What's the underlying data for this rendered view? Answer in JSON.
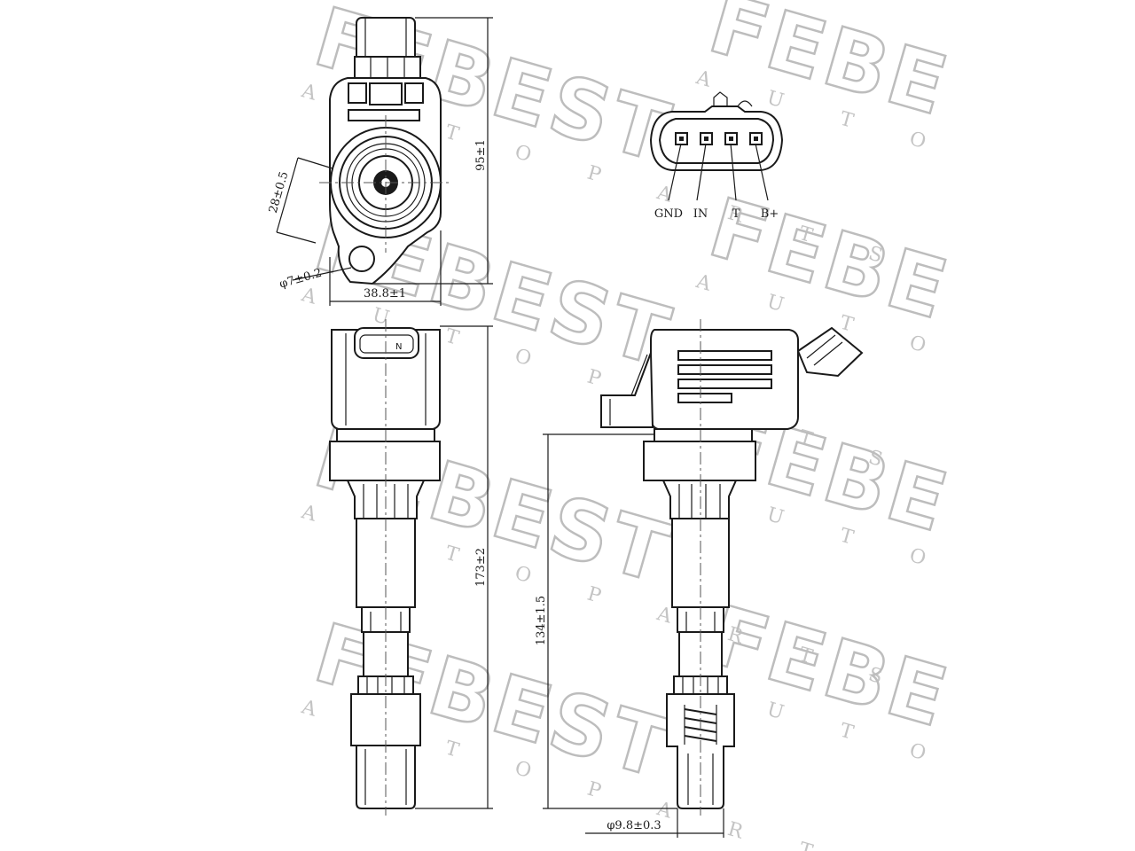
{
  "watermark": {
    "brand": "FEBEST",
    "brand_cut": "FEBE",
    "tagline_parts": "A U T O   P A R T S",
    "tagline_auto": "A U T O"
  },
  "dimensions": {
    "height_top": "95±1",
    "width_top": "38.8±1",
    "diameter_28": "28±0.5",
    "hole": "φ7±0.2",
    "total_length": "173±2",
    "body_length": "134±1.5",
    "tip_diameter": "φ9.8±0.3"
  },
  "pins": [
    "GND",
    "IN",
    "T",
    "B+"
  ]
}
